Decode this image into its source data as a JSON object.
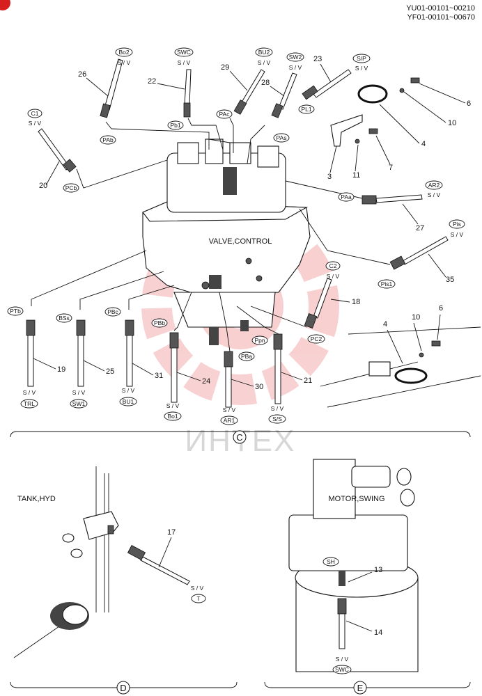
{
  "header": {
    "line1": "YU01-00101~00210",
    "line2": "YF01-00101~00670"
  },
  "watermark": "ИНТЕХ",
  "section_c": {
    "component_label": "VALVE,CONTROL",
    "view_label": "C",
    "ports": [
      "Bo2",
      "SWC",
      "BU2",
      "SW2",
      "S/P",
      "C1",
      "Pb1",
      "PAc",
      "PAs",
      "PL1",
      "PAb",
      "PCb",
      "PAa",
      "AR2",
      "Pis",
      "Pis1",
      "C2",
      "PC2",
      "PTb",
      "BSs",
      "PBc",
      "PBb",
      "Ppn",
      "PBa",
      "TRL",
      "SW1",
      "BU1",
      "Bo1",
      "AR1",
      "S/S"
    ],
    "sv": "S / V",
    "refs": [
      "26",
      "22",
      "29",
      "28",
      "23",
      "6",
      "10",
      "4",
      "20",
      "3",
      "11",
      "7",
      "27",
      "35",
      "18",
      "4",
      "10",
      "6",
      "19",
      "25",
      "31",
      "24",
      "30",
      "21"
    ]
  },
  "section_d": {
    "component_label": "TANK,HYD",
    "view_label": "D",
    "ref": "17",
    "port": "T",
    "sv": "S / V"
  },
  "section_e": {
    "component_label": "MOTOR,SWING",
    "view_label": "E",
    "refs": [
      "13",
      "14"
    ],
    "ports": [
      "SH",
      "SWC"
    ],
    "sv": "S / V"
  }
}
